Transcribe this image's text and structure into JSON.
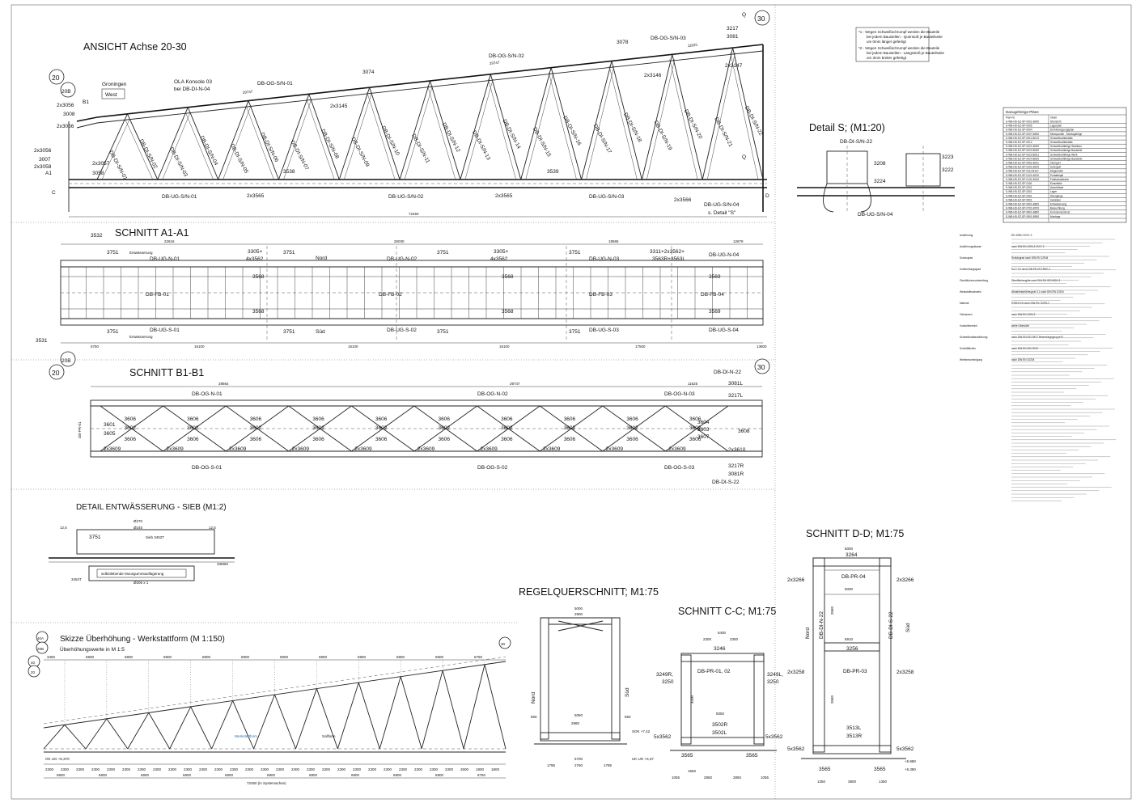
{
  "views": {
    "ansicht": {
      "title": "ANSICHT Achse 20-30",
      "axis_left": "20",
      "axis_left_b": "20B",
      "axis_right": "30",
      "dir_groningen": "Groningen",
      "dir_west": "West",
      "konsole": "OLA Konsole 03",
      "konsole_sub": "bei DB-DI-N-04",
      "top_labels": [
        "DB-OG-S/N-01",
        "DB-OG-S/N-02",
        "DB-OG-S/N-03"
      ],
      "bottom_labels": [
        "DB-UG-S/N-01",
        "DB-UG-S/N-02",
        "DB-UG-S/N-03",
        "DB-UG-S/N-04"
      ],
      "diag_labels": [
        "DB-DI-S/N-01",
        "DB-DI-S/N-02",
        "DB-DI-S/N-03",
        "DB-DI-S/N-04",
        "DB-DI-S/N-05",
        "DB-DI-S/N-06",
        "DB-DI-S/N-07",
        "DB-DI-S/N-08",
        "DB-DI-S/N-09",
        "DB-DI-S/N-10",
        "DB-DI-S/N-11",
        "DB-DI-S/N-12",
        "DB-DI-S/N-13",
        "DB-DI-S/N-14",
        "DB-DI-S/N-15",
        "DB-DI-S/N-16",
        "DB-DI-S/N-17",
        "DB-DI-S/N-18",
        "DB-DI-S/N-19",
        "DB-DI-S/N-20",
        "DB-DI-S/N-21",
        "DB-DI-S/N-22"
      ],
      "refs": [
        "2x3056",
        "3008",
        "2x3056",
        "2x3056",
        "3007",
        "2x3058",
        "2x3057",
        "3058",
        "3538",
        "3539",
        "2x3565",
        "2x3565",
        "2x3566",
        "3074",
        "2x3145",
        "2x3146",
        "3078",
        "2x3147",
        "3217",
        "3081",
        "B1",
        "A1",
        "C",
        "D",
        "Q",
        "Q"
      ],
      "detail_s_ref": "s. Detail \"S\"",
      "dim_total": "72450",
      "dims_top": [
        "29747",
        "29747",
        "11625"
      ]
    },
    "notes": {
      "n1_a": "*1 - Wegen Schweißschrumpf werden die Bauteile",
      "n1_b": "bei jedem Baustellen - Querstoß je Bauteilseite",
      "n1_c": "um 0mm länger gefertigt",
      "n2_a": "*2 - Wegen Schweißschrumpf werden die Bauteile",
      "n2_b": "bei jedem Baustellen - Längsstoß je Bauteilseite",
      "n2_c": "um 3mm breiter gefertigt"
    },
    "detail_s": {
      "title": "Detail S; (M1:20)",
      "top_label": "DB-DI-S/N-22",
      "bottom_label": "DB-UG-S/N-04",
      "refs": [
        "3208",
        "3224",
        "3223",
        "3222"
      ]
    },
    "schnitt_a": {
      "title": "SCHNITT A1-A1",
      "ref_top": "3532",
      "ref_bottom": "3531",
      "nord": "Nord",
      "sued": "Süd",
      "entw": "Entwässerung",
      "top_labels": [
        "DB-UG-N-01",
        "DB-UG-N-02",
        "DB-UG-N-03",
        "DB-UG-N-04"
      ],
      "bottom_labels": [
        "DB-UG-S-01",
        "DB-UG-S-02",
        "DB-UG-S-03",
        "DB-UG-S-04"
      ],
      "fb_labels": [
        "DB-FB-01",
        "DB-FB-02",
        "DB-FB-03",
        "DB-FB-04"
      ],
      "refs": [
        "3751",
        "3751",
        "3751",
        "3751",
        "3751",
        "3751",
        "3751",
        "3751",
        "3305+",
        "4x3562",
        "3305+",
        "4x3562",
        "3311+2x3562+",
        "3563R+3563L",
        "3568",
        "3568",
        "3568",
        "3568",
        "3569",
        "3569"
      ],
      "dims_top": [
        "22616",
        "26030",
        "18565",
        "12679"
      ],
      "dims_bottom": [
        "5750",
        "16100",
        "16100",
        "16100",
        "17500",
        "13800"
      ],
      "axis_left": "20",
      "axis_left_b": "20B"
    },
    "schnitt_b": {
      "title": "SCHNITT B1-B1",
      "axis_right": "30",
      "top_labels": [
        "DB-OG-N-01",
        "DB-OG-N-02",
        "DB-OG-N-03",
        "DB-DI-N-22"
      ],
      "bottom_labels": [
        "DB-OG-S-01",
        "DB-OG-S-02",
        "DB-OG-S-03",
        "DB-DI-S-22"
      ],
      "left_label": "DB-PR-01",
      "refs": [
        "3601",
        "3605",
        "3606",
        "3602",
        "2x3609",
        "3604",
        "3603",
        "3607",
        "3608",
        "2x3610",
        "3081L",
        "3217L",
        "3217R",
        "3081R"
      ],
      "dims_top": [
        "28664",
        "29747",
        "11625"
      ]
    },
    "entw": {
      "title": "DETAIL ENTWÄSSERUNG - SIEB (M1:2)",
      "refs": [
        "3751",
        "Sieb 3452T",
        "3359M",
        "3453T"
      ],
      "inner_label": "selbstlebende Moosgummiauflagerung",
      "dims": [
        "Ø270",
        "Ø245",
        "12,5",
        "12,5",
        "Ø206 x 1"
      ]
    },
    "skizze": {
      "title": "Skizze Überhöhung - Werkstattform (M 1:150)",
      "sub": "Überhöhungswerte in M 1:5",
      "axis_a": "40A",
      "axis_b": "20B",
      "axis_c": "40",
      "axis_d": "20",
      "axis_e": "30",
      "werkstattform": "Werkstattform",
      "sollform": "Sollform",
      "dims_top": [
        "3450",
        "6900",
        "6900",
        "6900",
        "6900",
        "6900",
        "6900",
        "6900",
        "6900",
        "6900",
        "6900",
        "5750"
      ],
      "dims_bottom_inner": [
        "2300",
        "2300",
        "2300",
        "2300",
        "2300",
        "2300",
        "2300",
        "2300",
        "2300",
        "2300",
        "2300",
        "2300",
        "2300",
        "2300",
        "2300",
        "2300",
        "2300",
        "2300",
        "2300",
        "2300",
        "2300",
        "2300",
        "2300",
        "2300",
        "2300",
        "2300",
        "2300",
        "2500",
        "1800",
        "1800"
      ],
      "dims_bottom": [
        "6900",
        "6900",
        "6900",
        "6900",
        "6900",
        "6900",
        "6900",
        "6900",
        "6900",
        "6900",
        "5750"
      ],
      "total": "72450 (in Systemachse)",
      "ok_label": "OK UG +6,370"
    },
    "regel": {
      "title": "REGELQUERSCHNITT; M1:75",
      "nord": "Nord",
      "sued": "Süd",
      "dims": [
        "5000",
        "2900",
        "5050",
        "2980",
        "5700",
        "1795",
        "2760",
        "1795",
        "650",
        "650"
      ],
      "ok_label": "SOK +7,42",
      "uk_label": "UK UG +6,37"
    },
    "schnitt_c": {
      "title": "SCHNITT C-C; M1:75",
      "refs": [
        "3246",
        "3249R,",
        "3250",
        "3249L,",
        "3250",
        "DB-PR-01, 02",
        "3502R",
        "3502L",
        "5x3562",
        "5x3562",
        "3565",
        "3565"
      ],
      "dims": [
        "6400",
        "2300",
        "2300",
        "4500",
        "5050",
        "1550",
        "2850",
        "2850",
        "1055",
        "1055"
      ]
    },
    "schnitt_d": {
      "title": "SCHNITT D-D; M1:75",
      "refs": [
        "3264",
        "DB-PR-04",
        "2x3266",
        "2x3266",
        "3256",
        "DB-PR-03",
        "2x3258",
        "2x3258",
        "3513L",
        "3513R",
        "5x3562",
        "5x3562",
        "3565",
        "3565"
      ],
      "side_left": "DB-DI-N-22",
      "side_right": "DB-DI-S-22",
      "nord": "Nord",
      "sued": "Süd",
      "dims": [
        "5000",
        "5000",
        "6910",
        "3560",
        "3560",
        "1350",
        "3800",
        "1350"
      ],
      "kote_a": "+5.980",
      "kote_b": "+5.380"
    },
    "plan_table": {
      "title": "Dazugehörige Pläne",
      "head_a": "Plan-Nr.",
      "head_b": "Inhalt",
      "rows": [
        [
          "S-WB-HD-EZ-SP-0001-B000",
          "Übersicht"
        ],
        [
          "S-WB-HD-EZ-SP-0005",
          "Lagerplan"
        ],
        [
          "S-WB-HD-EZ-SP-0004",
          "Drehbewegungsplan"
        ],
        [
          "S-WB-HD-EZ-SP-0007-B000",
          "Messpunkte - Montagefolge"
        ],
        [
          "S-WB-HD-EZ-SP-0011-B013",
          "Schweißnahtdetails"
        ],
        [
          "S-WB-HD-EZ-SP-0012",
          "Schweißnahtdetails"
        ],
        [
          "S-WB-HD-EZ-SP-0021-B020",
          "Schweißnahtfolge Stahlbau"
        ],
        [
          "S-WB-HD-EZ-SP-0022-B020",
          "Schweißnahtfolge Baustelle"
        ],
        [
          "S-WB-HD-EZ-SP-0023-B021",
          "Schweißnahtfolge Werk"
        ],
        [
          "S-WB-HD-EZ-SP-0024-B020",
          "Schweißnahtfolge Baustelle"
        ],
        [
          "S-WB-HD-EZ-SP-0051-B011",
          "Obergurt"
        ],
        [
          "S-WB-HD-EZ-SP-0101-B100",
          "Untergurt"
        ],
        [
          "S-WB-HD-EZ-SP-0111-B110",
          "Diagonalen"
        ],
        [
          "S-WB-HD-EZ-SP-0121-B120",
          "Portalriegel"
        ],
        [
          "S-WB-HD-EZ-SP-0131-B130",
          "Fahrbahnbleche"
        ],
        [
          "S-WB-HD-EZ-SP-0151",
          "Einzelteile"
        ],
        [
          "S-WB-HD-EZ-SP-0201",
          "Anschlüsse"
        ],
        [
          "S-WB-HD-EZ-SP-0301",
          "Lager"
        ],
        [
          "S-WB-HD-EZ-SP-0401",
          "Übergänge"
        ],
        [
          "S-WB-HD-EZ-SP-0501",
          "Geländer"
        ],
        [
          "S-WB-HD-EZ-SP-0601-B600",
          "Entwässerung"
        ],
        [
          "S-WB-HD-EZ-SP-0701-B700",
          "Beleuchtung"
        ],
        [
          "S-WB-HD-EZ-SP-0801-B800",
          "Korrosionsschutz"
        ],
        [
          "S-WB-HD-EZ-SP-0901-B900",
          "Montage"
        ]
      ]
    },
    "spec": {
      "lines": [
        [
          "Ausführung",
          "EN 1090-2 EXC 3"
        ],
        [
          "Ausführungsklasse",
          "nach DIN EN 1090-2, EXC 3"
        ],
        [
          "Schutzgrad",
          "Schutzgrad nach DIN EN 12944"
        ],
        [
          "Vorbereitungsgrad",
          "Sa 2 1/2 nach DIN EN ISO 8501-1"
        ],
        [
          "Oberflächenvorbereitung",
          "Oberflächengüte nach DIN EN ISO 8501-3"
        ],
        [
          "Werkstoffnachweis",
          "Abnahmeprüfzeugnis 3.1 nach DIN EN 10204"
        ],
        [
          "Material",
          "S355J2+N nach DIN EN 10025-2"
        ],
        [
          "Toleranzen",
          "nach DIN EN 1090-2"
        ],
        [
          "Vorsichtbereich",
          "siehe Übersicht"
        ],
        [
          "Schweißnahtausführung",
          "nach DIN EN ISO 5817 Bewertungsgruppe B"
        ],
        [
          "Schnittflächen",
          "nach DIN EN ISO 9013"
        ],
        [
          "Werkbescheinigung",
          "nach DIN EN 10204"
        ]
      ]
    }
  }
}
